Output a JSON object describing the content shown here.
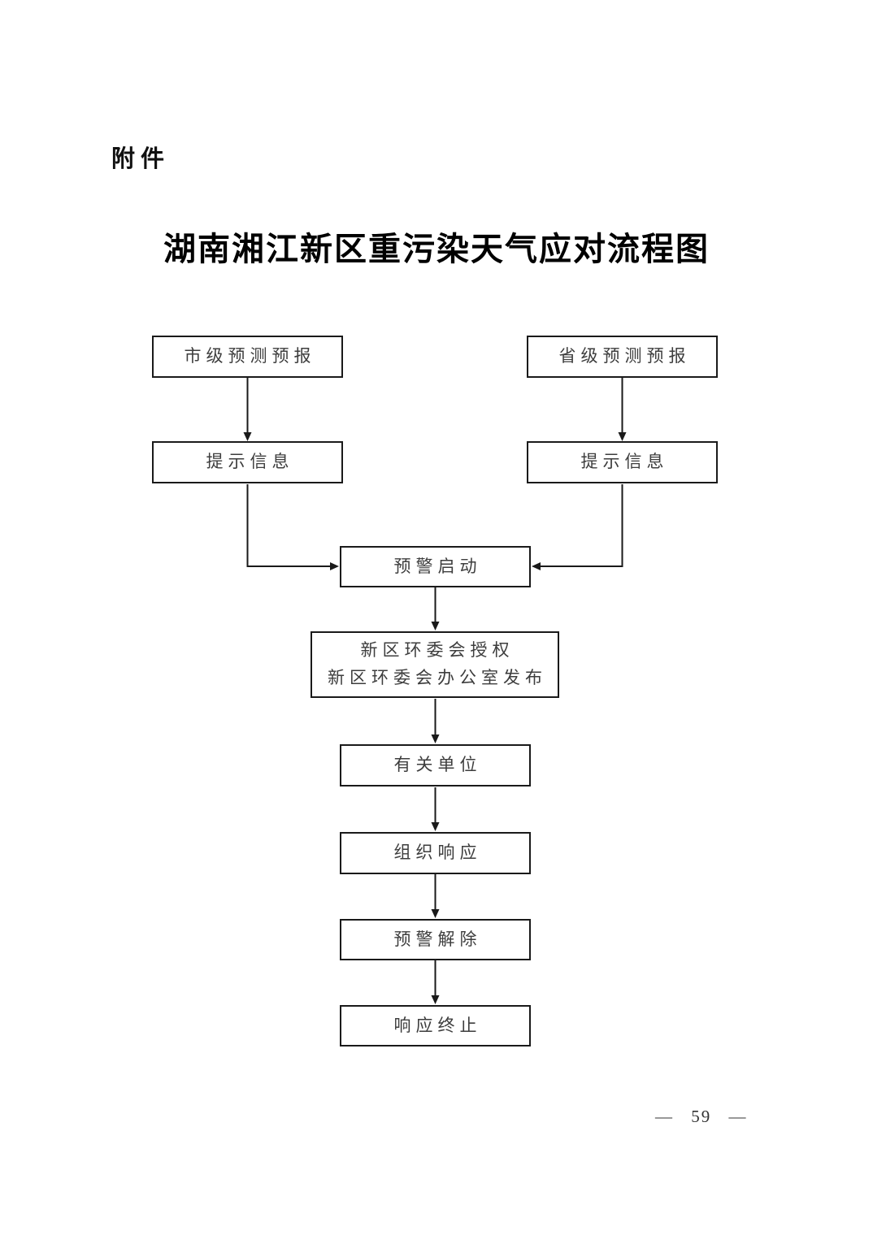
{
  "page": {
    "attachment_label": "附件",
    "title": "湖南湘江新区重污染天气应对流程图",
    "page_number": "— 59 —"
  },
  "flowchart": {
    "nodes": {
      "city_forecast": "市级预测预报",
      "province_forecast": "省级预测预报",
      "city_notice": "提示信息",
      "province_notice": "提示信息",
      "warning_start": "预警启动",
      "authorize_line1": "新区环委会授权",
      "authorize_line2": "新区环委会办公室发布",
      "related_units": "有关单位",
      "organize_response": "组织响应",
      "warning_lift": "预警解除",
      "response_end": "响应终止"
    },
    "colors": {
      "box_border": "#1a1a1a",
      "box_text": "#3d3d3d",
      "arrow": "#1a1a1a",
      "title_text": "#000000",
      "background": "#ffffff"
    }
  }
}
